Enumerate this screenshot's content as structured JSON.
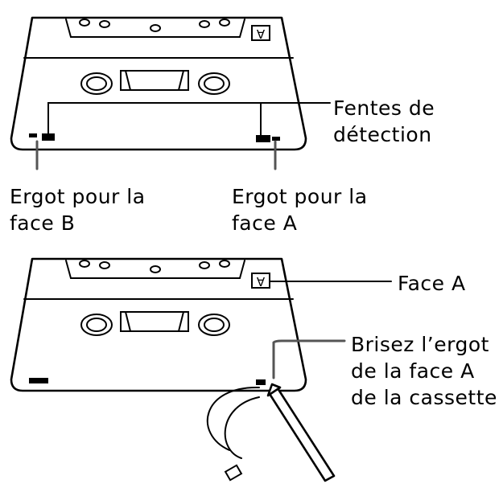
{
  "diagram": {
    "top": {
      "label_slots": [
        "Fentes de",
        "détection"
      ],
      "label_tab_b": [
        "Ergot pour la",
        "face B"
      ],
      "label_tab_a": [
        "Ergot pour la",
        "face A"
      ]
    },
    "bottom": {
      "label_side_a": "Face A",
      "label_break": [
        "Brisez l’ergot",
        "de la face A",
        "de la cassette"
      ]
    },
    "side_mark": "A"
  }
}
